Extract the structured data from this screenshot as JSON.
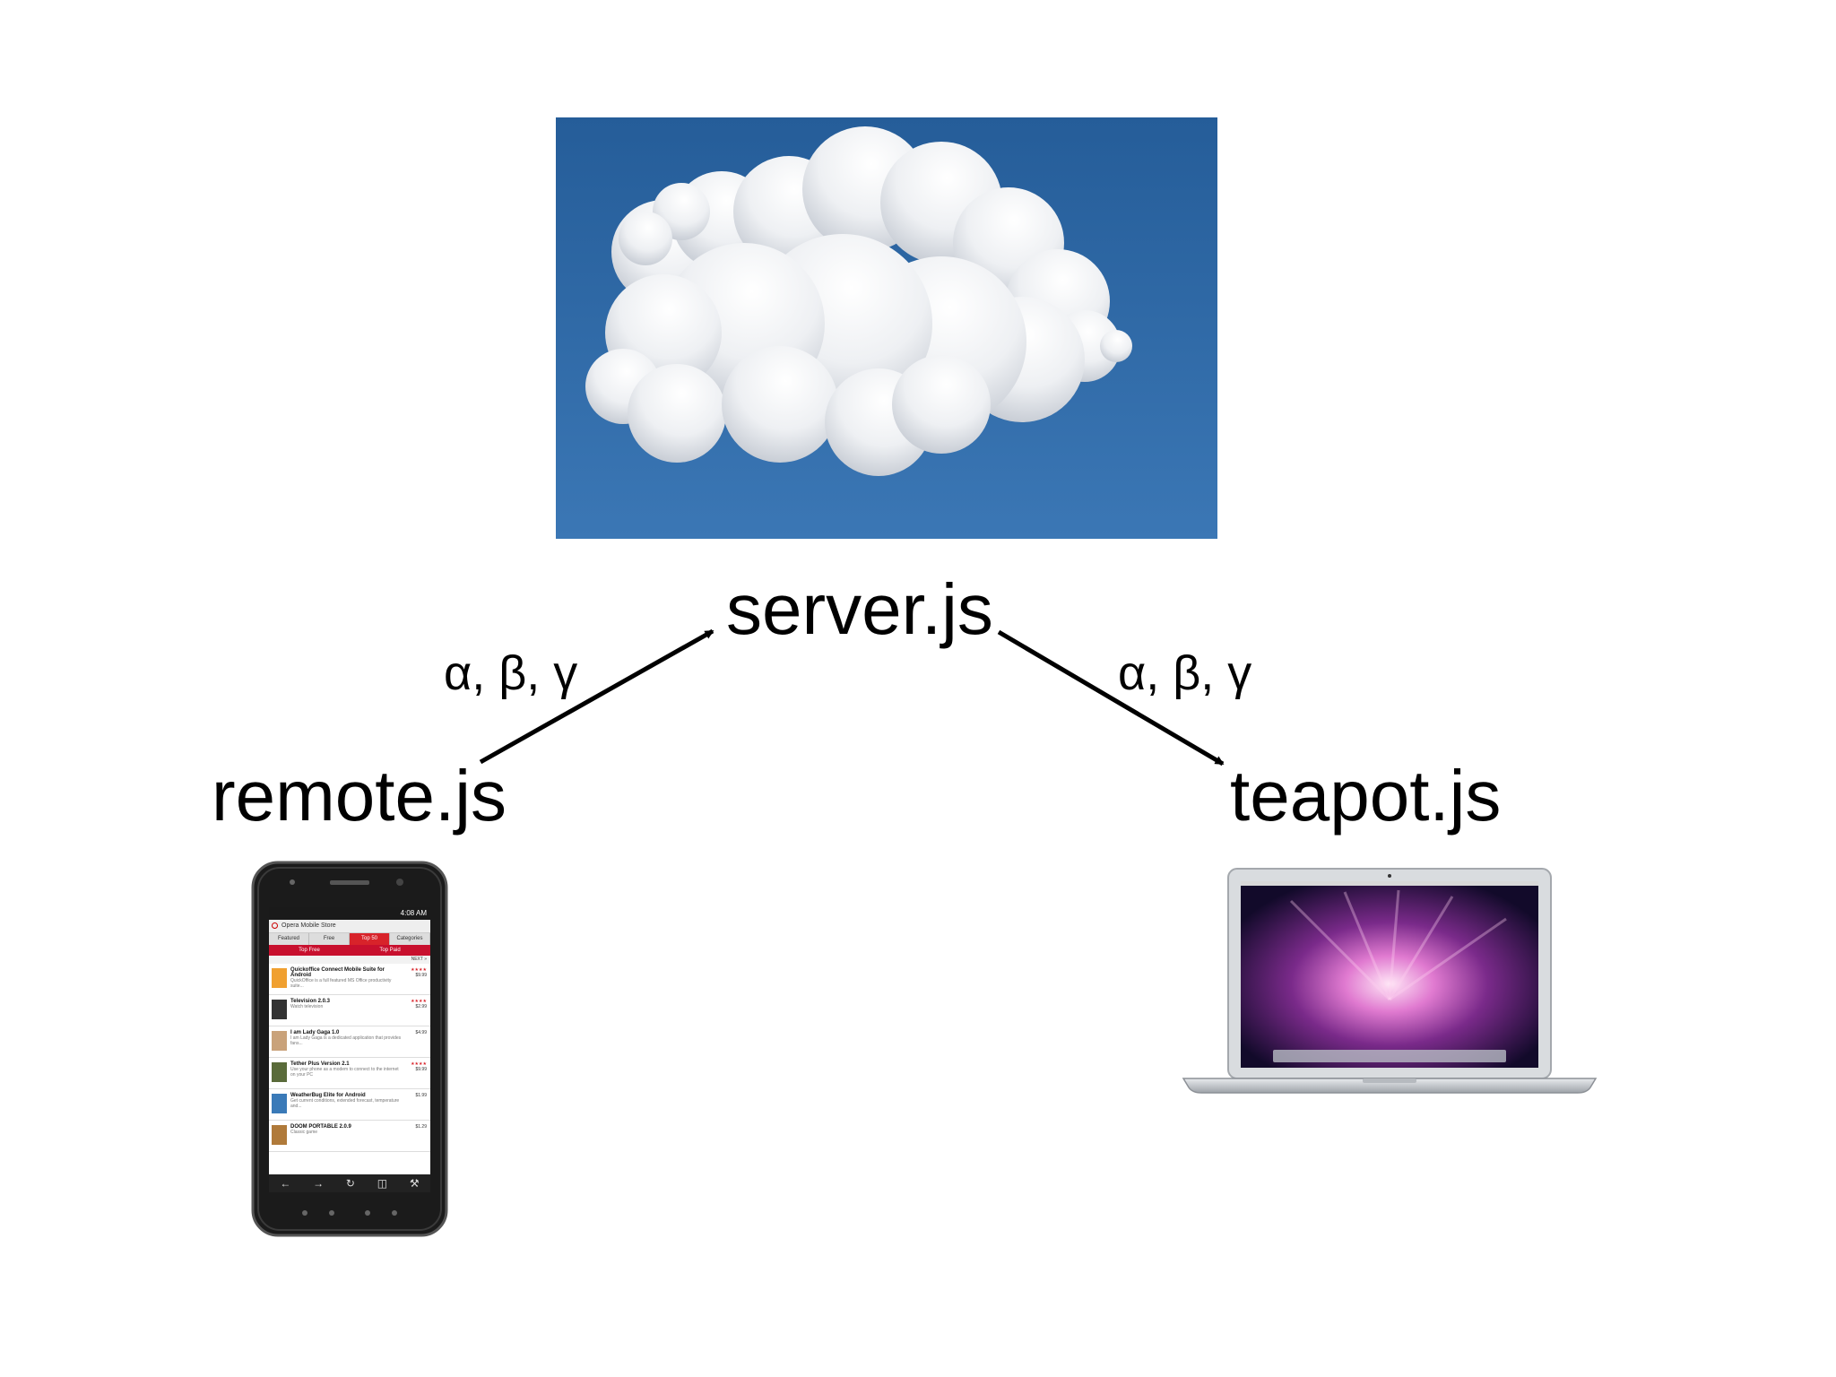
{
  "nodes": {
    "server": {
      "label": "server.js"
    },
    "remote": {
      "label": "remote.js"
    },
    "teapot": {
      "label": "teapot.js"
    }
  },
  "edges": [
    {
      "from": "remote",
      "to": "server",
      "label": "α, β, γ"
    },
    {
      "from": "server",
      "to": "teapot",
      "label": "α, β, γ"
    }
  ],
  "phone_screen": {
    "status_time": "4:08 AM",
    "title": "Opera Mobile Store",
    "tabs": [
      "Featured",
      "Free",
      "Top 50",
      "Categories"
    ],
    "active_tab": "Top 50",
    "subtabs": [
      "Top Free",
      "Top Paid"
    ],
    "next_label": "NEXT »",
    "items": [
      {
        "title": "Quickoffice Connect Mobile Suite for Android",
        "desc": "QuickOffice is a full featured MS Office productivity suite...",
        "price": "$9.99"
      },
      {
        "title": "Television 2.0.3",
        "desc": "Watch television",
        "price": "$2.99"
      },
      {
        "title": "I am Lady Gaga 1.0",
        "desc": "I am Lady Gaga is a dedicated application that provides fans...",
        "price": "$4.99"
      },
      {
        "title": "Tether Plus Version 2.1",
        "desc": "Use your phone as a modem to connect to the internet on your PC",
        "price": "$9.99"
      },
      {
        "title": "WeatherBug Elite for Android",
        "desc": "Get current conditions, extended forecast, temperature and...",
        "price": "$1.99"
      },
      {
        "title": "DOOM PORTABLE 2.0.9",
        "desc": "Classic game",
        "price": "$1.29"
      }
    ]
  },
  "colors": {
    "sky": "#2f6aa6",
    "cloud": "#f4f5f7",
    "arrow": "#000000",
    "accent_red": "#d8232a"
  },
  "icons": {
    "cloud": "cloud-photo",
    "phone": "android-phone",
    "laptop": "macbook-air-laptop"
  }
}
